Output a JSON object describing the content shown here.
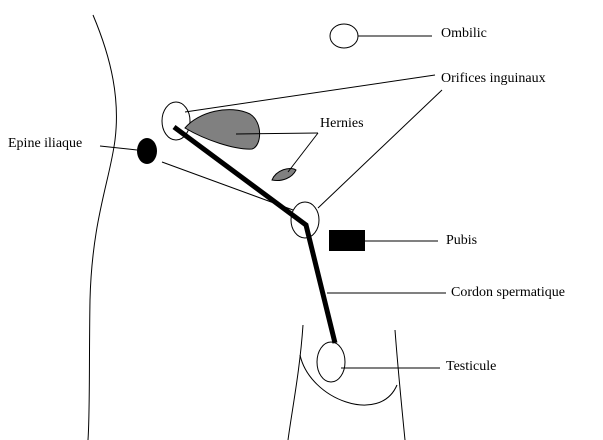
{
  "labels": {
    "ombilic": "Ombilic",
    "orifices": "Orifices inguinaux",
    "hernies": "Hernies",
    "epine": "Epine iliaque",
    "pubis": "Pubis",
    "cordon": "Cordon spermatique",
    "testicule": "Testicule"
  },
  "colors": {
    "line": "#000000",
    "hernia_fill": "#808080",
    "background": "#ffffff"
  }
}
